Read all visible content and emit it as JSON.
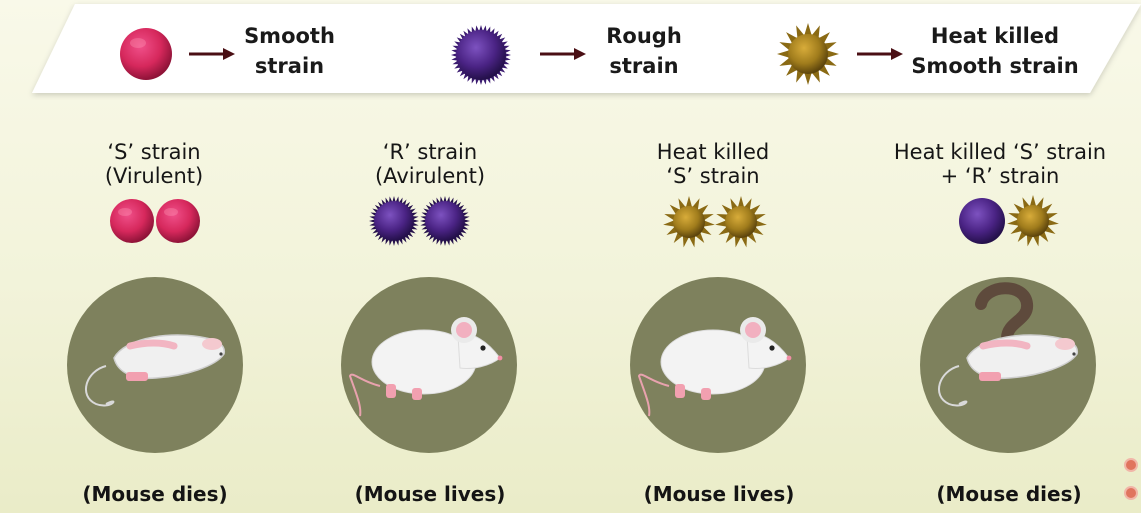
{
  "legend": {
    "smooth_label": "Smooth\nstrain",
    "rough_label": "Rough\nstrain",
    "heat_killed_label": "Heat killed\nSmooth strain"
  },
  "experiments": [
    {
      "title": "‘S’ strain\n(Virulent)",
      "bacteria": [
        "smooth",
        "smooth"
      ],
      "mouse": "dead",
      "outcome": "(Mouse dies)"
    },
    {
      "title": "‘R’ strain\n(Avirulent)",
      "bacteria": [
        "rough",
        "rough"
      ],
      "mouse": "alive",
      "outcome": "(Mouse lives)"
    },
    {
      "title": "Heat killed\n‘S’ strain",
      "bacteria": [
        "heat-killed",
        "heat-killed"
      ],
      "mouse": "alive",
      "outcome": "(Mouse lives)"
    },
    {
      "title": "Heat killed ‘S’ strain\n+ ‘R’ strain",
      "bacteria": [
        "rough",
        "heat-killed"
      ],
      "mouse": "dead-question",
      "outcome": "(Mouse dies)"
    }
  ],
  "colors": {
    "smooth": "#d6285c",
    "rough": "#4a2384",
    "heat_killed": "#a07c1c",
    "disc": "#7e815d",
    "background": "#f3f4dc"
  }
}
